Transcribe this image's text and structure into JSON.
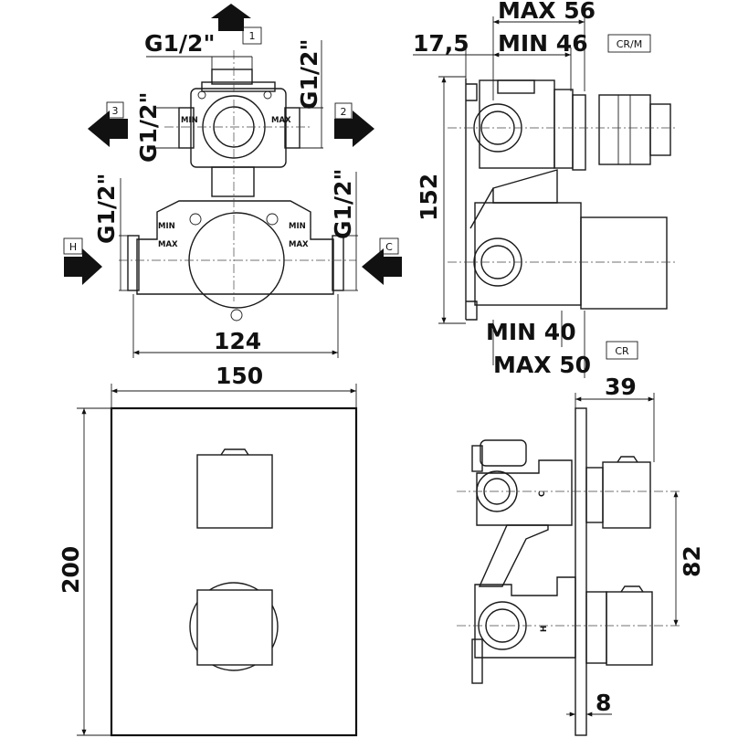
{
  "ports": {
    "p1": "1",
    "p2": "2",
    "p3": "3",
    "hot": "H",
    "cold": "C"
  },
  "thread": "G1/2\"",
  "markers": {
    "min": "MIN",
    "max": "MAX"
  },
  "view_tags": {
    "side_top": "CR/M",
    "side_bottom": "CR"
  },
  "dimensions": {
    "max56": "MAX 56",
    "min46": "MIN 46",
    "d17_5": "17,5",
    "d152": "152",
    "min40": "MIN 40",
    "max50": "MAX 50",
    "d124": "124",
    "d150": "150",
    "d200": "200",
    "d39": "39",
    "d82": "82",
    "d8": "8"
  },
  "side_letters": {
    "hot": "H",
    "cold": "C"
  }
}
